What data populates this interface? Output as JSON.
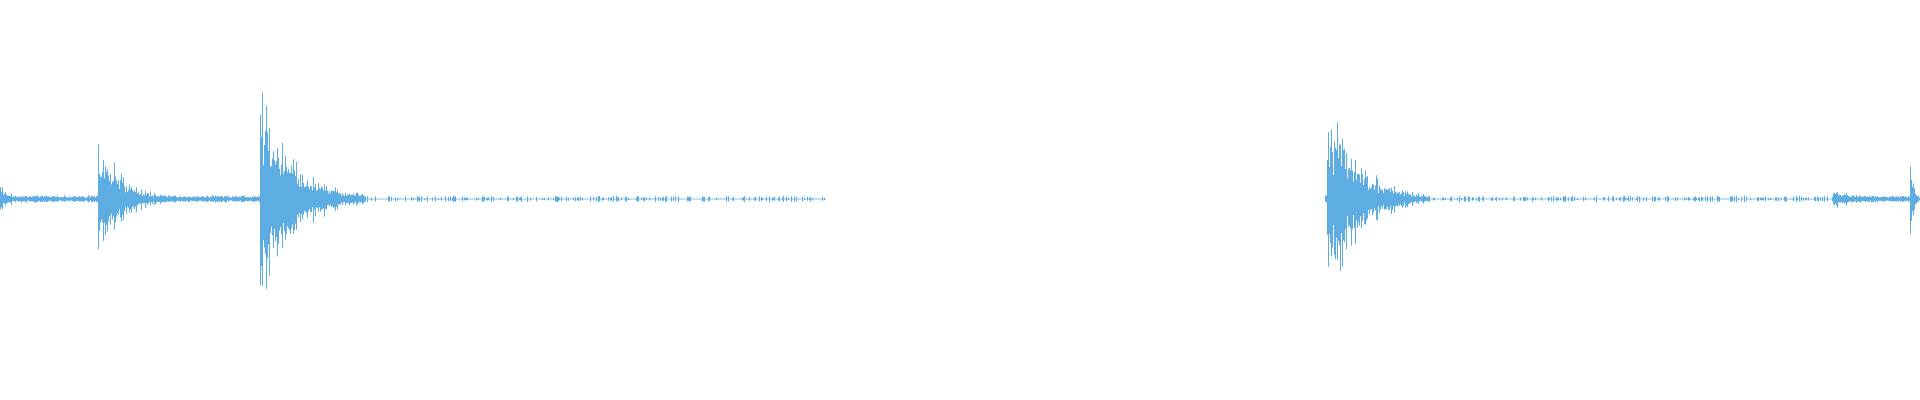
{
  "waveform": {
    "color": "#5dade2",
    "baseline_level": 0.012,
    "sparse_tail_segments": [
      {
        "start": 0.19,
        "end": 0.43,
        "level": 0.01
      },
      {
        "start": 0.73,
        "end": 0.955,
        "level": 0.01
      }
    ],
    "bursts": [
      {
        "start": 0.0,
        "end": 0.02,
        "peak": 0.07,
        "decay": 0.012
      },
      {
        "start": 0.051,
        "end": 0.09,
        "peak": 0.32,
        "decay": 0.018
      },
      {
        "start": 0.135,
        "end": 0.19,
        "peak": 0.56,
        "decay": 0.022
      },
      {
        "start": 0.691,
        "end": 0.745,
        "peak": 0.49,
        "decay": 0.02
      },
      {
        "start": 0.955,
        "end": 0.995,
        "peak": 0.05,
        "decay": 0.015
      },
      {
        "start": 0.995,
        "end": 1.0,
        "peak": 0.32,
        "decay": 0.01
      }
    ]
  }
}
